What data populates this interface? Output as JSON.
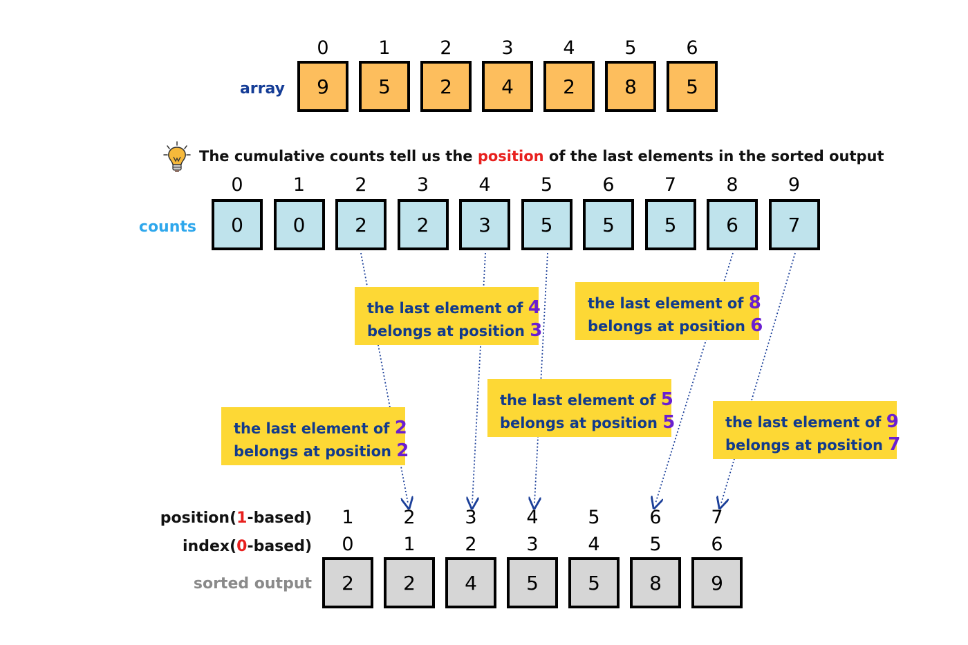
{
  "array": {
    "label": "array",
    "label_color": "#143c96",
    "indices": [
      "0",
      "1",
      "2",
      "3",
      "4",
      "5",
      "6"
    ],
    "values": [
      "9",
      "5",
      "2",
      "4",
      "2",
      "8",
      "5"
    ]
  },
  "tip": {
    "before": "The cumulative counts tell us the ",
    "highlight": "position",
    "after": " of the last elements in the sorted output"
  },
  "counts": {
    "label": "counts",
    "label_color": "#2ea7ec",
    "indices": [
      "0",
      "1",
      "2",
      "3",
      "4",
      "5",
      "6",
      "7",
      "8",
      "9"
    ],
    "values": [
      "0",
      "0",
      "2",
      "2",
      "3",
      "5",
      "5",
      "5",
      "6",
      "7"
    ]
  },
  "notes": [
    {
      "line1": "the last element of ",
      "num1": "2",
      "line2": "belongs at position ",
      "num2": "2"
    },
    {
      "line1": "the last element of ",
      "num1": "4",
      "line2": "belongs at position ",
      "num2": "3"
    },
    {
      "line1": "the last element of ",
      "num1": "5",
      "line2": "belongs at position ",
      "num2": "5"
    },
    {
      "line1": "the last element of ",
      "num1": "8",
      "line2": "belongs at position ",
      "num2": "6"
    },
    {
      "line1": "the last element of ",
      "num1": "9",
      "line2": "belongs at position ",
      "num2": "7"
    }
  ],
  "sorted": {
    "position_label_pre": "position(",
    "position_label_num": "1",
    "position_label_post": "-based)",
    "index_label_pre": "index(",
    "index_label_num": "0",
    "index_label_post": "-based)",
    "output_label": "sorted output",
    "output_label_color": "#8a8a8a",
    "positions": [
      "1",
      "2",
      "3",
      "4",
      "5",
      "6",
      "7"
    ],
    "indices": [
      "0",
      "1",
      "2",
      "3",
      "4",
      "5",
      "6"
    ],
    "values": [
      "2",
      "2",
      "4",
      "5",
      "5",
      "8",
      "9"
    ]
  },
  "colors": {
    "array_fill": "#fdbe5d",
    "counts_fill": "#bfe3ec",
    "sorted_fill": "#d6d6d6",
    "note_fill": "#fdd835",
    "note_text": "#113a8c",
    "note_number": "#6a1fd0",
    "highlight": "#e8201e",
    "arrow": "#1b3f99"
  }
}
